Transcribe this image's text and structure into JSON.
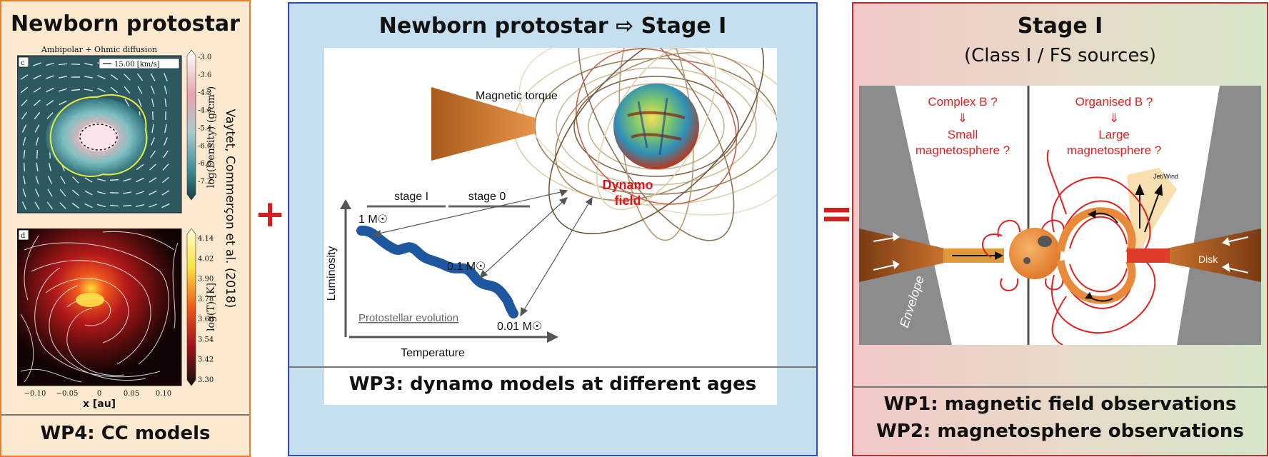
{
  "left_panel": {
    "title": "Newborn protostar",
    "footer": "WP4: CC models",
    "plot_c": {
      "panel_label": "c",
      "caption": "Ambipolar + Ohmic diffusion",
      "scale_label": "15.00 [km/s]",
      "colorbar_label": "log(Density) (g/cm³)",
      "colorbar_ticks": [
        "-3.0",
        "-3.6",
        "-4.2",
        "-4.8",
        "-5.4",
        "-6.0",
        "-6.6",
        "-7.2"
      ]
    },
    "plot_d": {
      "panel_label": "d",
      "colorbar_label": "log(T) [K]",
      "colorbar_ticks": [
        "4.14",
        "4.02",
        "3.90",
        "3.78",
        "3.66",
        "3.54",
        "3.42",
        "3.30"
      ],
      "x_ticks": [
        "−0.10",
        "−0.05",
        "0",
        "0.05",
        "0.10"
      ],
      "x_label": "x [au]"
    },
    "citation": "Vaytet, Commerçon et al. (2018)"
  },
  "plus_symbol": "+",
  "middle_panel": {
    "title": "Newborn protostar ⇨ Stage I",
    "footer": "WP3: dynamo models at different ages",
    "magnetic_torque": "Magnetic torque",
    "dynamo_line1": "Dynamo",
    "dynamo_line2": "field",
    "stage_i": "stage I",
    "stage_0": "stage 0",
    "mass_1": "1 M☉",
    "mass_01": "0.1 M☉",
    "mass_001": "0.01 M☉",
    "ylabel": "Luminosity",
    "xlabel": "Temperature",
    "evolution_label": "Protostellar evolution"
  },
  "equals_symbol": "=",
  "right_panel": {
    "title": "Stage I",
    "subtitle": "(Class I / FS sources)",
    "left_q1": "Complex B ?",
    "left_arrow": "⇓",
    "left_q2": "Small",
    "left_q3": "magnetosphere ?",
    "right_q1": "Organised B ?",
    "right_arrow": "⇓",
    "right_q2": "Large",
    "right_q3": "magnetosphere ?",
    "jet_label": "Jet/Wind",
    "disk_label": "Disk",
    "envelope_label": "Envelope",
    "footer_line1": "WP1: magnetic field observations",
    "footer_line2": "WP2: magnetosphere observations"
  },
  "colors": {
    "left_border": "#ec7b2d",
    "middle_border": "#2b4bd8",
    "right_border": "#d22a2a",
    "accent_red": "#d21f1f",
    "track_blue": "#1f56a0"
  }
}
